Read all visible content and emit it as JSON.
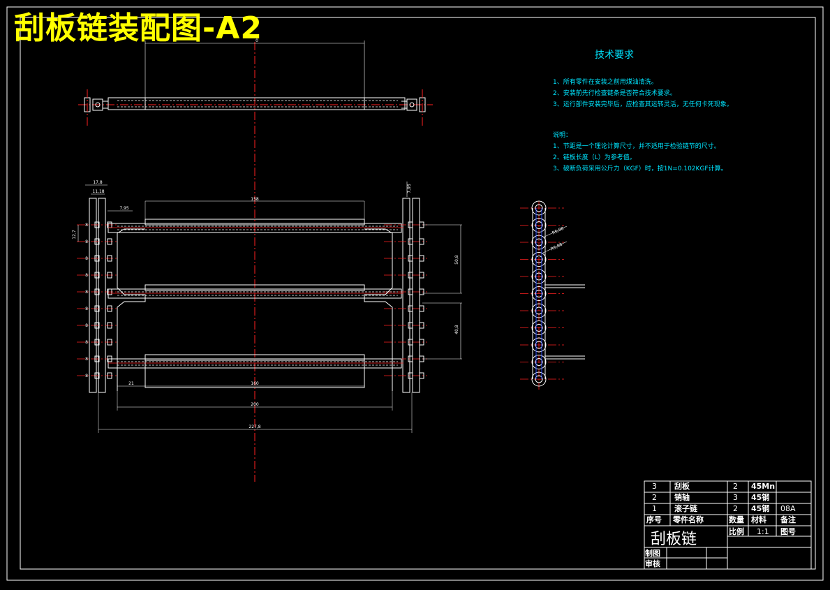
{
  "drawing": {
    "title": "刮板链装配图-A2"
  },
  "tech": {
    "heading": "技术要求",
    "requirements": [
      "1、所有零件在安装之前用煤油清洗。",
      "2、安装前先行检查链条是否符合技术要求。",
      "3、运行部件安装完毕后，应检查其运转灵活，无任何卡死现象。"
    ],
    "notes_heading": "说明：",
    "notes": [
      "1、节距是一个理论计算尺寸，并不适用于检验链节的尺寸。",
      "2、链板长度（L）为参考值。",
      "3、破断负荷采用公斤力（KGF）时，按1N=0.102KGF计算。"
    ]
  },
  "dims": {
    "top_width": "0",
    "d_17_8": "17,8",
    "d_11_18": "11,18",
    "d_7_95": "7,95",
    "d_12_7": "12,7",
    "d_7_95_r": "7,95",
    "d_158": "158",
    "d_50_8": "50,8",
    "d_40_8": "40,8",
    "d_21": "21",
    "d_160": "160",
    "d_200": "200",
    "d_227_8": "227,8",
    "d_r5_08": "R5,08",
    "d_r5_08b": "R5,08"
  },
  "title_block": {
    "rows": [
      {
        "no": "3",
        "name": "刮板",
        "qty": "2",
        "material": "45Mn",
        "remark": ""
      },
      {
        "no": "2",
        "name": "销轴",
        "qty": "3",
        "material": "45钢",
        "remark": ""
      },
      {
        "no": "1",
        "name": "滚子链",
        "qty": "2",
        "material": "45钢",
        "remark": "08A"
      }
    ],
    "header": {
      "no": "序号",
      "name": "零件名称",
      "qty": "数量",
      "material": "材料",
      "remark": "备注"
    },
    "part_name": "刮板链",
    "scale_label": "比例",
    "scale_value": "1:1",
    "drawing_no_label": "图号",
    "drawn_label": "制图",
    "checked_label": "审核"
  },
  "colors": {
    "outline": "#ffffff",
    "center_line": "#ff2020",
    "hidden_line": "#ffffff",
    "dimension": "#ffffff",
    "text_yellow": "#ffff00",
    "text_cyan": "#00e5ff",
    "chain_blue": "#3050ff"
  }
}
